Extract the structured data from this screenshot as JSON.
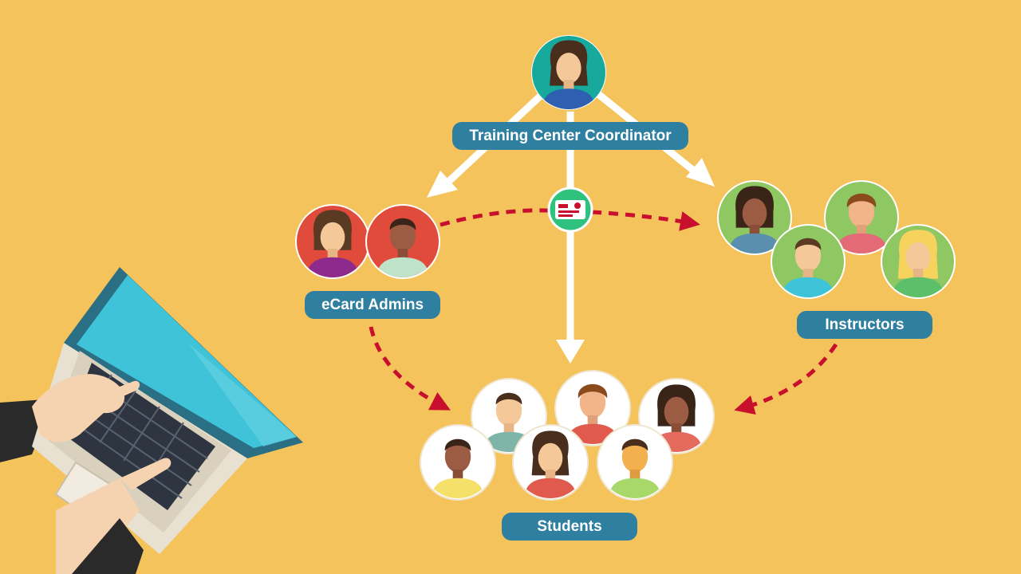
{
  "labels": {
    "coordinator": "Training Center Coordinator",
    "ecard_admins": "eCard Admins",
    "instructors": "Instructors",
    "students": "Students"
  },
  "colors": {
    "background": "#F5C35C",
    "label_pill": "#2F7FA0",
    "label_text": "#FFFFFF",
    "solid_arrow": "#FFFFFF",
    "dashed_arrow": "#C8102E",
    "coordinator_circle": "#17A99C",
    "admin_circle": "#E04B3C",
    "instructor_circle": "#8FC763",
    "student_circle": "#FFFFFF",
    "ecard_badge": "#2EC27E",
    "laptop_screen": "#3EC3D8"
  },
  "icons": [
    "person-avatar-icon",
    "ecard-icon",
    "laptop-icon"
  ]
}
